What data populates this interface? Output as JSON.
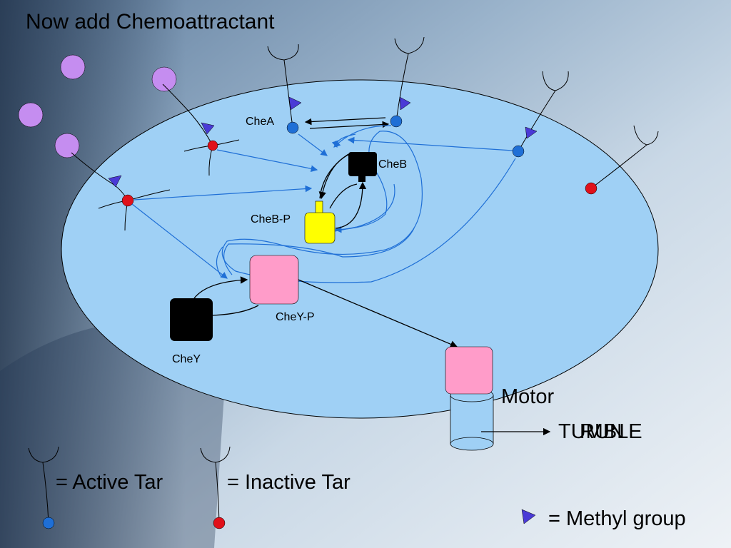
{
  "title": "Now add Chemoattractant",
  "labels": {
    "chea": "CheA",
    "cheb": "CheB",
    "chebp": "CheB-P",
    "cheyp": "CheY-P",
    "chey": "CheY",
    "motor": "Motor",
    "output_a": "TUMBLE",
    "output_b": "RUN"
  },
  "legend": {
    "active": "= Active Tar",
    "inactive": "= Inactive Tar",
    "methyl": "= Methyl group"
  },
  "colors": {
    "cell": "#9fd0f5",
    "active_tar": "#1f6fd6",
    "inactive_tar": "#e0101a",
    "ligand": "#c58df0",
    "methyl": "#4a3ad6",
    "chey_p": "#ff9cc9",
    "cheb_p": "#ffff00",
    "arrow": "#1f6fd6"
  }
}
